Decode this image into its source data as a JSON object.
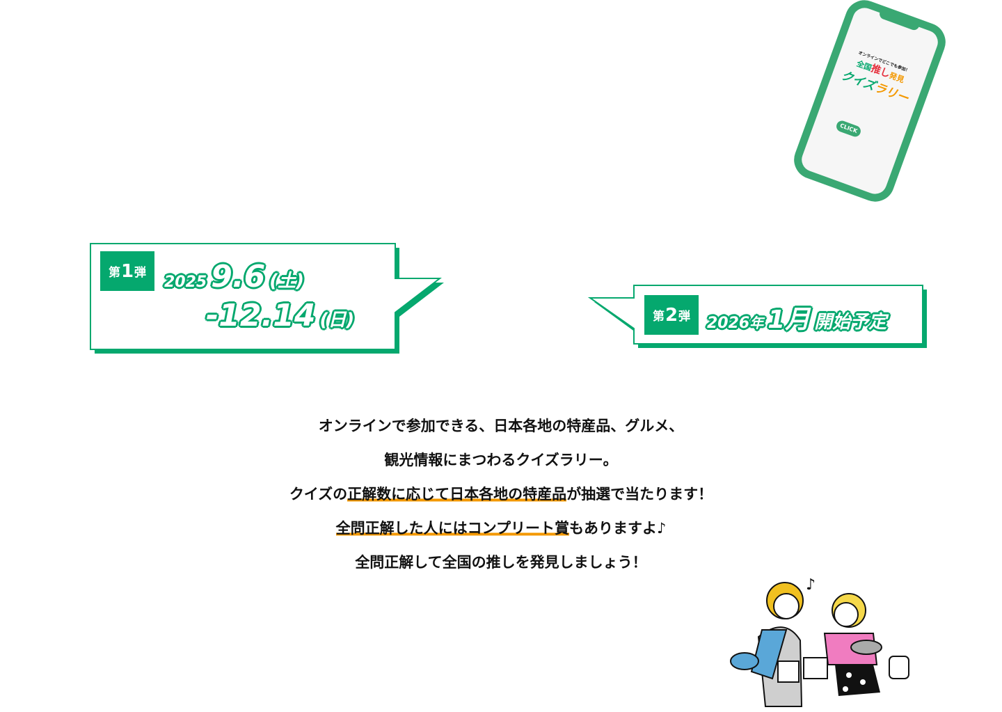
{
  "phone": {
    "logo_tagline": "オンラインでどこでも参加！",
    "logo_title_1": "全国",
    "logo_title_2": "推し",
    "logo_title_3": "発見",
    "logo_main_1": "クイズ",
    "logo_main_2": "ラリー",
    "click_label": "CLICK"
  },
  "phase1": {
    "badge_prefix": "第",
    "badge_num": "1",
    "badge_suffix": "弾",
    "year": "2025",
    "start": "9.6",
    "start_day": "(土)",
    "end": "-12.14",
    "end_day": "(日)"
  },
  "phase2": {
    "badge_prefix": "第",
    "badge_num": "2",
    "badge_suffix": "弾",
    "year": "2026",
    "year_unit": "年",
    "month": "1月",
    "status": "開始予定"
  },
  "description": {
    "line1": "オンラインで参加できる、日本各地の特産品、グルメ、",
    "line2": "観光情報にまつわるクイズラリー。",
    "line3_a": "クイズの",
    "line3_hl": "正解数に応じて日本各地の特産品",
    "line3_b": "が抽選で当たります！",
    "line4_hl": "全問正解した人にはコンプリート賞",
    "line4_b": "もありますよ♪",
    "line5": "全問正解して全国の推しを発見しましょう！"
  },
  "colors": {
    "brand": "#05a86e",
    "accent": "#f39800"
  }
}
